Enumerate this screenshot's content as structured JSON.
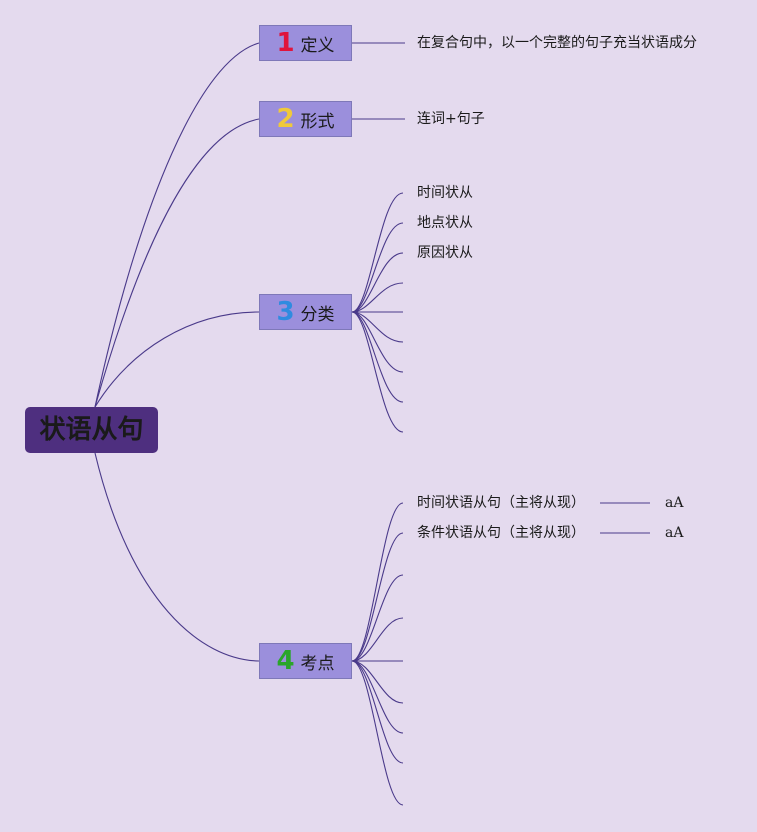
{
  "root": {
    "label": "状语从句"
  },
  "branches": [
    {
      "number": "1",
      "label": "定义",
      "color": "#e0143c"
    },
    {
      "number": "2",
      "label": "形式",
      "color": "#f0c93a"
    },
    {
      "number": "3",
      "label": "分类",
      "color": "#2f8be0"
    },
    {
      "number": "4",
      "label": "考点",
      "color": "#2aa52a"
    }
  ],
  "leaves": {
    "definition": "在复合句中，以一个完整的句子充当状语成分",
    "form": "连词+句子",
    "categories": [
      "时间状从",
      "地点状从",
      "原因状从"
    ],
    "points": [
      {
        "label": "时间状语从句（主将从现）",
        "sub": "aA"
      },
      {
        "label": "条件状语从句（主将从现）",
        "sub": "aA"
      }
    ]
  },
  "colors": {
    "background": "#e4daee",
    "root_fill": "#4e2f7f",
    "branch_fill": "#9b8fdc",
    "line": "#4a3a8a"
  }
}
